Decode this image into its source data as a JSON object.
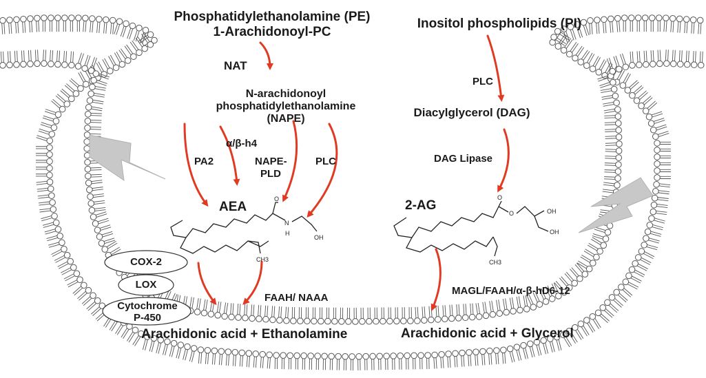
{
  "diagram": {
    "colors": {
      "arrow": "#e03a22",
      "membrane": "#555555",
      "bolt": "#c8c8c8",
      "text": "#1a1a1a"
    },
    "left": {
      "source_line1": "Phosphatidylethanolamine (PE)",
      "source_line2": "1-Arachidonoyl-PC",
      "enzyme_nat": "NAT",
      "intermediate_line1": "N-arachidonoyl",
      "intermediate_line2": "phosphatidylethanolamine",
      "intermediate_line3": "(NAPE)",
      "enzyme_pa2": "PA2",
      "enzyme_abh4": "α/β-h4",
      "enzyme_napepld_line1": "NAPE-",
      "enzyme_napepld_line2": "PLD",
      "enzyme_plc": "PLC",
      "product": "AEA",
      "oxidative_enzymes": [
        "COX-2",
        "LOX"
      ],
      "cytochrome_line1": "Cytochrome",
      "cytochrome_line2": "P-450",
      "degrading_enzyme": "FAAH/ NAAA",
      "degradation_products": "Arachidonic acid + Ethanolamine",
      "atom_o": "O",
      "atom_n": "N",
      "atom_h": "H",
      "atom_oh": "OH",
      "atom_ch3": "CH3"
    },
    "right": {
      "source": "Inositol phospholipids (PI)",
      "enzyme_plc": "PLC",
      "intermediate": "Diacylglycerol (DAG)",
      "enzyme_dag_lipase": "DAG Lipase",
      "product": "2-AG",
      "degrading_enzyme": "MAGL/FAAH/α-β-hD6-12",
      "degradation_products": "Arachidonic acid + Glycerol",
      "atom_o_carbonyl": "O",
      "atom_o_ester": "O",
      "atom_oh_1": "OH",
      "atom_oh_2": "OH",
      "atom_ch3": "CH3"
    }
  }
}
